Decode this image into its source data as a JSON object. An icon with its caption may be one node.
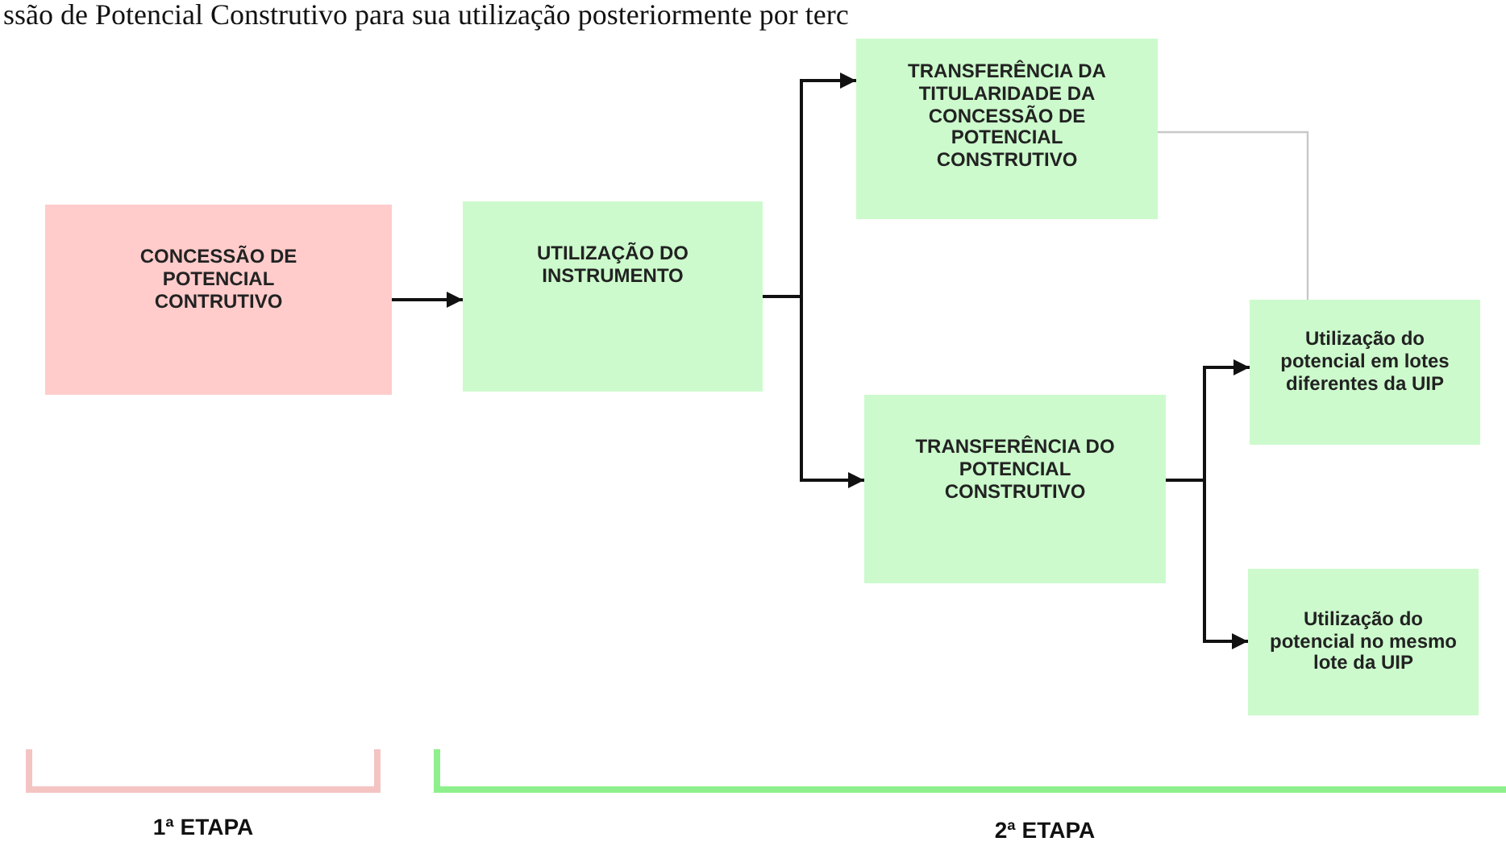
{
  "diagram": {
    "title": "ssão de Potencial Construtivo para sua utilização posteriormente por terc",
    "nodes": [
      {
        "text": [
          "CONCESSÃO DE POTENCIAL CONTRUTIVO"
        ]
      },
      {
        "text": [
          "UTILIZAÇÃO DO INSTRUMENTO"
        ]
      },
      {
        "text": [
          "TRANSFERÊNCIA DA TITULARIDADE DA CONCESSÃO DE POTENCIAL CONSTRUTIVO"
        ]
      },
      {
        "text": [
          "TRANSFERÊNCIA DO POTENCIAL CONSTRUTIVO"
        ]
      },
      {
        "text": [
          "Utilização do potencial em lotes diferentes da UIP"
        ]
      },
      {
        "text": [
          "Utilização do potencial no mesmo lote da UIP"
        ]
      }
    ],
    "edges": [
      {
        "from": 0,
        "to": 1,
        "arrow": "to"
      },
      {
        "from": 1,
        "to": 2,
        "arrow": "to"
      },
      {
        "from": 1,
        "to": 3,
        "arrow": "to"
      },
      {
        "from": 3,
        "to": 4,
        "arrow": "to"
      },
      {
        "from": 3,
        "to": 5,
        "arrow": "to"
      },
      {
        "from": 2,
        "to": 4,
        "arrow": "none",
        "color": "#c8c8c8"
      }
    ],
    "labels": [
      "1ª ETAPA",
      "2ª ETAPA"
    ]
  }
}
